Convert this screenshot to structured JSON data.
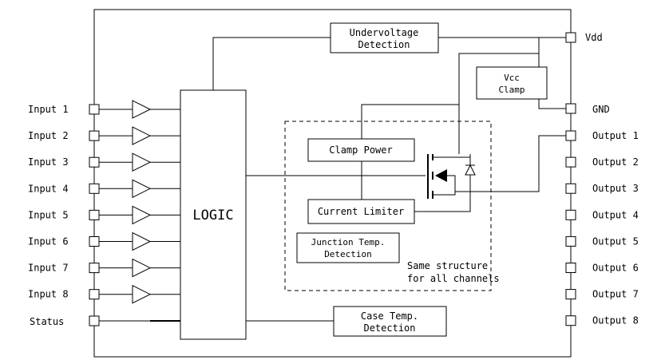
{
  "inputs": [
    "Input 1",
    "Input 2",
    "Input 3",
    "Input 4",
    "Input 5",
    "Input 6",
    "Input 7",
    "Input 8"
  ],
  "status_label": "Status",
  "outputs": [
    "Output 1",
    "Output 2",
    "Output 3",
    "Output 4",
    "Output 5",
    "Output 6",
    "Output 7",
    "Output 8"
  ],
  "vdd_label": "Vdd",
  "gnd_label": "GND",
  "blocks": {
    "logic": "LOGIC",
    "undervoltage": [
      "Undervoltage",
      "Detection"
    ],
    "vcc_clamp": [
      "Vcc",
      "Clamp"
    ],
    "clamp_power": "Clamp Power",
    "current_limiter": "Current Limiter",
    "junction_temp": [
      "Junction Temp.",
      "Detection"
    ],
    "case_temp": [
      "Case Temp.",
      "Detection"
    ]
  },
  "channel_note": [
    "Same structure",
    "for all channels"
  ]
}
